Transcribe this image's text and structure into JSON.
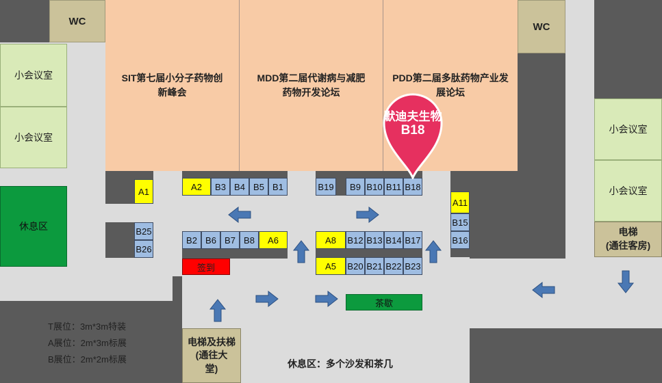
{
  "wc_left": "WC",
  "wc_right": "WC",
  "meeting_rooms": [
    "小会议室",
    "小会议室",
    "小会议室",
    "小会议室"
  ],
  "rest_area": "休息区",
  "halls": [
    "SIT第七届小分子药物创新峰会",
    "MDD第二届代谢病与减肥药物开发论坛",
    "PDD第二届多肽药物产业发展论坛"
  ],
  "marker": {
    "name": "默迪夫生物",
    "booth": "B18",
    "color": "#e6305f"
  },
  "booths": {
    "A1": "A1",
    "A2": "A2",
    "B3": "B3",
    "B4": "B4",
    "B5": "B5",
    "B1": "B1",
    "B19": "B19",
    "B9": "B9",
    "B10": "B10",
    "B11": "B11",
    "B18": "B18",
    "A11": "A11",
    "B15": "B15",
    "B16": "B16",
    "B25": "B25",
    "B26": "B26",
    "B2": "B2",
    "B6": "B6",
    "B7": "B7",
    "B8": "B8",
    "A6": "A6",
    "A8": "A8",
    "B12": "B12",
    "B13": "B13",
    "B14": "B14",
    "B17": "B17",
    "A5": "A5",
    "B20": "B20",
    "B21": "B21",
    "B22": "B22",
    "B23": "B23"
  },
  "signin": "签到",
  "tea_break": "茶歇",
  "elevator_guest": "电梯\n(通往客房)",
  "elevator_lobby": "电梯及扶梯\n(通往大\n堂)",
  "bottom_rest": "休息区：多个沙发和茶几",
  "legend": [
    "T展位：3m*3m特装",
    "A展位：2m*3m标展",
    "B展位：2m*2m标展"
  ],
  "colors": {
    "booth_blue": "#9fbde2",
    "booth_yellow": "#ffff00",
    "hall": "#f8cba6",
    "signin_red": "#ff0000",
    "tea_green": "#0c9a3e",
    "arrow_blue": "#4a78b4"
  }
}
